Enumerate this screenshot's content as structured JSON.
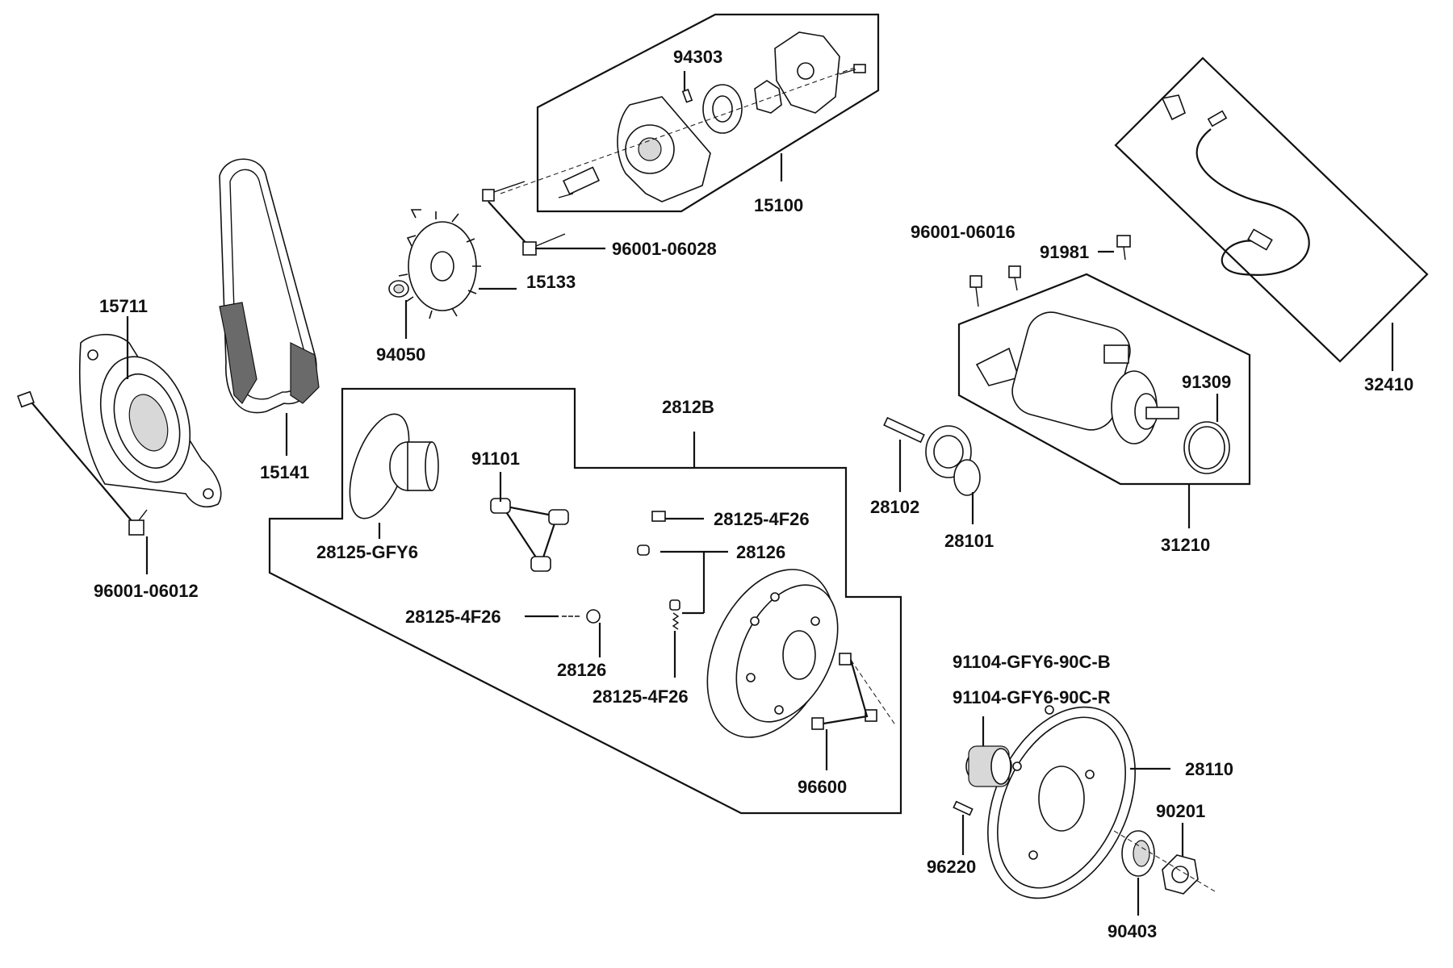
{
  "labels": {
    "p15100": "15100",
    "p94303": "94303",
    "p96001_06028": "96001-06028",
    "p15133": "15133",
    "p94050": "94050",
    "p15711": "15711",
    "p15141": "15141",
    "p96001_06012": "96001-06012",
    "p2812B": "2812B",
    "p91101": "91101",
    "p28125_GFY6": "28125-GFY6",
    "p28125_4F26_a": "28125-4F26",
    "p28126_a": "28126",
    "p28125_4F26_b": "28125-4F26",
    "p28126_b": "28126",
    "p28125_4F26_c": "28125-4F26",
    "p96600": "96600",
    "p96001_06016": "96001-06016",
    "p91981": "91981",
    "p32410": "32410",
    "p91309": "91309",
    "p28102": "28102",
    "p28101": "28101",
    "p31210": "31210",
    "p91104_B": "91104-GFY6-90C-B",
    "p91104_R": "91104-GFY6-90C-R",
    "p28110": "28110",
    "p90201": "90201",
    "p96220": "96220",
    "p90403": "90403"
  }
}
